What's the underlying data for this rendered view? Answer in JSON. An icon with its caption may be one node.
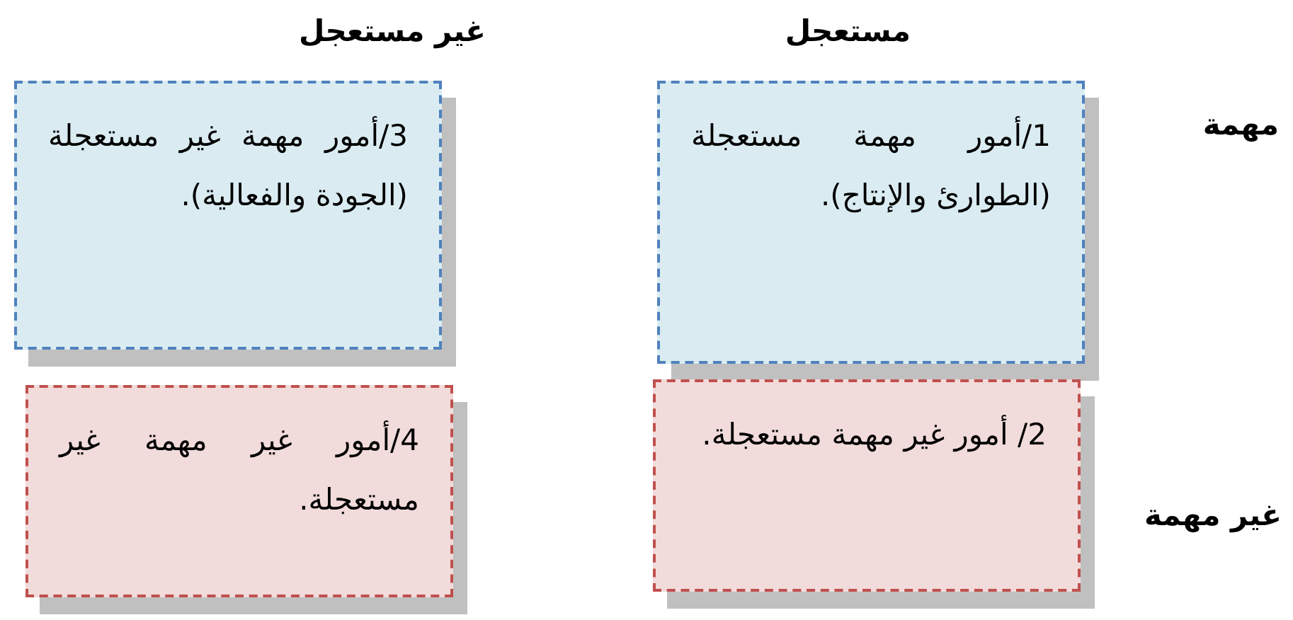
{
  "diagram": {
    "nodes": [
      {
        "text": [
          "1/أمور مهمة مستعجلة (الطوارئ والإنتاج)."
        ]
      },
      {
        "text": [
          "3/أمور مهمة غير مستعجلة (الجودة والفعالية)."
        ]
      },
      {
        "text": [
          "2/ أمور غير مهمة مستعجلة."
        ]
      },
      {
        "text": [
          "4/أمور غير مهمة غير مستعجلة."
        ]
      }
    ],
    "labels": [
      "مستعجل",
      "غير مستعجل",
      "مهمة",
      "غير مهمة"
    ]
  }
}
